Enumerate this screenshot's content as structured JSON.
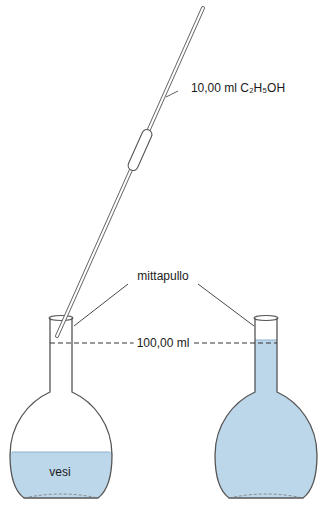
{
  "diagram": {
    "labels": [
      "10,00 ml C₂H₅OH",
      "mittapullo",
      "100,00 ml",
      "vesi"
    ]
  }
}
